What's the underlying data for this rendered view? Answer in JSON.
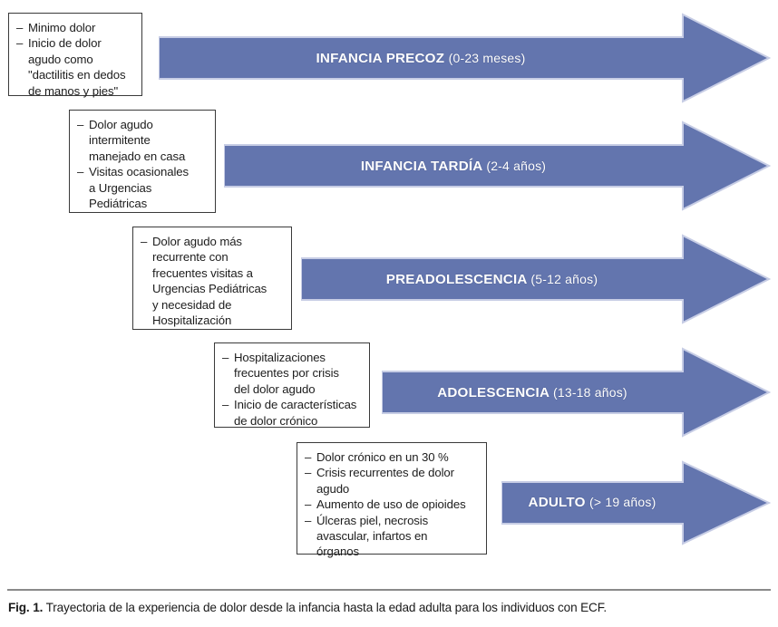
{
  "figure": {
    "caption_label": "Fig. 1.",
    "caption_text": "Trayectoria de la experiencia de dolor desde la infancia hasta la edad adulta para los individuos con ECF.",
    "arrow_color": "#6375ae",
    "arrow_edge_color": "#c7cde5",
    "box_border_color": "#3a3a3a",
    "text_color": "#1d1d1d",
    "rule_color": "#8a8a8a"
  },
  "stages": [
    {
      "id": "infancia-precoz",
      "stage_name": "INFANCIA PRECOZ",
      "age_range": "(0-23 meses)",
      "notes": [
        "Minimo dolor",
        "Inicio de dolor\nagudo como\n\"dactilitis en dedos\nde manos y pies\""
      ]
    },
    {
      "id": "infancia-tardia",
      "stage_name": "INFANCIA TARDÍA",
      "age_range": "(2-4 años)",
      "notes": [
        "Dolor agudo\nintermitente\nmanejado en casa",
        "Visitas ocasionales\na Urgencias\nPediátricas"
      ]
    },
    {
      "id": "preadolescencia",
      "stage_name": "PREADOLESCENCIA",
      "age_range": "(5-12 años)",
      "notes": [
        "Dolor agudo más\nrecurrente con\nfrecuentes visitas a\nUrgencias Pediátricas\ny necesidad de\nHospitalización"
      ]
    },
    {
      "id": "adolescencia",
      "stage_name": "ADOLESCENCIA",
      "age_range": "(13-18 años)",
      "notes": [
        "Hospitalizaciones\nfrecuentes por crisis\ndel dolor agudo",
        "Inicio de características\nde dolor crónico"
      ]
    },
    {
      "id": "adulto",
      "stage_name": "ADULTO",
      "age_range": "(> 19 años)",
      "notes": [
        "Dolor crónico en un 30 %",
        "Crisis recurrentes de dolor\nagudo",
        "Aumento de uso de opioides",
        "Úlceras piel, necrosis\navascular, infartos en\nórganos"
      ]
    }
  ]
}
